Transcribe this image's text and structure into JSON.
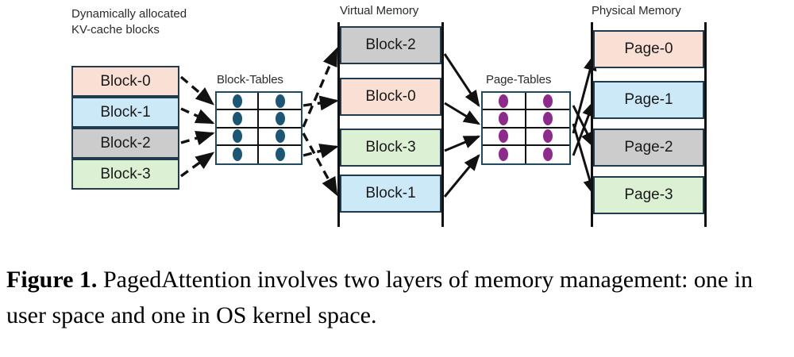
{
  "figure": {
    "caption_label": "Figure 1.",
    "caption_text": " PagedAttention involves two layers of memory management: one in user space and one in OS kernel space."
  },
  "colors": {
    "peach": "#fae0d4",
    "blue": "#cce9f7",
    "gray": "#cccccc",
    "green": "#dcf0d4",
    "border": "#1f3b4d",
    "table_border": "#1f4a63",
    "dot_teal": "#1b5674",
    "dot_purple": "#8e2a8b",
    "rail": "#111111",
    "text": "#1a1a1a",
    "background": "#ffffff"
  },
  "panels": {
    "kv_cache": {
      "title": "Dynamically allocated\nKV-cache blocks",
      "blocks": [
        {
          "label": "Block-0",
          "color": "#fae0d4"
        },
        {
          "label": "Block-1",
          "color": "#cce9f7"
        },
        {
          "label": "Block-2",
          "color": "#cccccc"
        },
        {
          "label": "Block-3",
          "color": "#dcf0d4"
        }
      ]
    },
    "block_tables": {
      "title": "Block-Tables",
      "rows": 4,
      "cols": 2,
      "dot_color": "#1b5674",
      "dot_icon": "ellipse-icon"
    },
    "virtual_memory": {
      "title": "Virtual Memory",
      "slots": [
        {
          "label": "Block-2",
          "color": "#cccccc"
        },
        {
          "label": "Block-0",
          "color": "#fae0d4"
        },
        {
          "label": "Block-3",
          "color": "#dcf0d4"
        },
        {
          "label": "Block-1",
          "color": "#cce9f7"
        }
      ]
    },
    "page_tables": {
      "title": "Page-Tables",
      "rows": 4,
      "cols": 2,
      "dot_color": "#8e2a8b",
      "dot_icon": "ellipse-icon"
    },
    "physical_memory": {
      "title": "Physical Memory",
      "slots": [
        {
          "label": "Page-0",
          "color": "#fae0d4"
        },
        {
          "label": "Page-1",
          "color": "#cce9f7"
        },
        {
          "label": "Page-2",
          "color": "#cccccc"
        },
        {
          "label": "Page-3",
          "color": "#dcf0d4"
        }
      ]
    }
  },
  "connections": {
    "kv_to_block_tables": {
      "style": "dashed",
      "count": 4
    },
    "block_tables_to_virtual_memory": {
      "style": "dashed",
      "count": 4
    },
    "virtual_memory_to_page_tables": {
      "style": "solid",
      "count": 4
    },
    "page_tables_to_physical_memory": {
      "style": "solid",
      "count": 4
    }
  }
}
